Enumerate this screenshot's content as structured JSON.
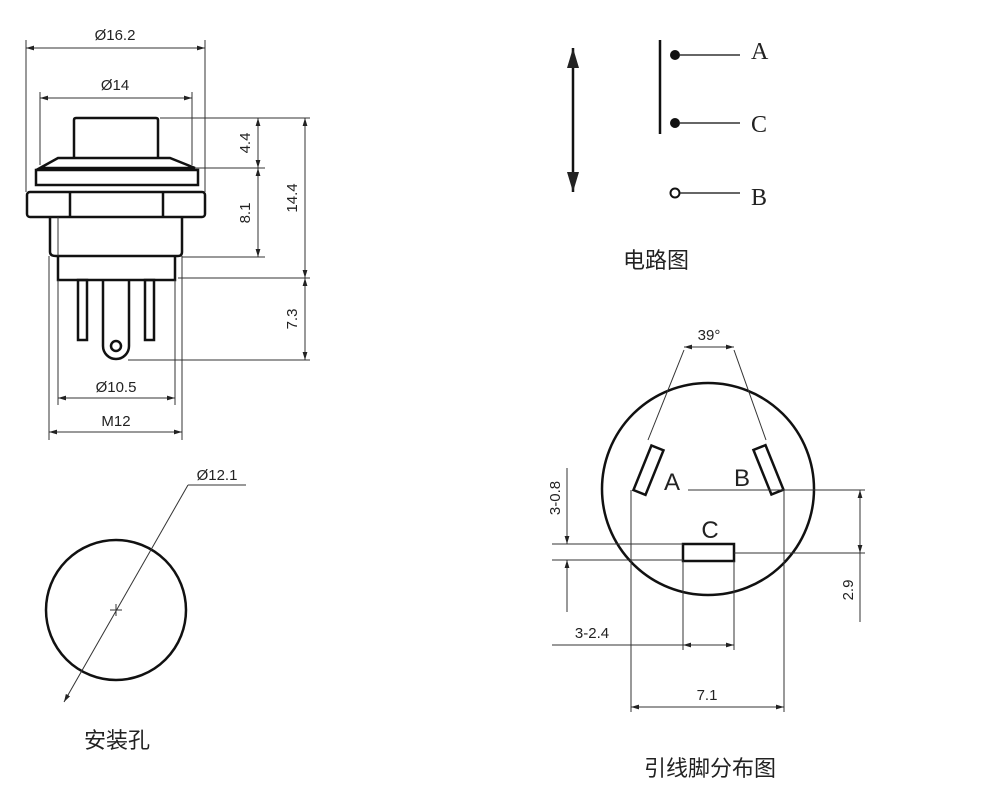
{
  "side_view": {
    "dia_outer": "Ø16.2",
    "dia_cap": "Ø14",
    "dia_body": "Ø10.5",
    "thread": "M12",
    "h_cap": "4.4",
    "h_body": "8.1",
    "h_total": "14.4",
    "h_pins": "7.3"
  },
  "mount_hole": {
    "diameter": "Ø12.1",
    "caption": "安装孔"
  },
  "circuit": {
    "terminals": [
      "A",
      "C",
      "B"
    ],
    "caption": "电路图"
  },
  "pinout": {
    "angle": "39°",
    "pin_labels": [
      "A",
      "B",
      "C"
    ],
    "pin_thickness": "3-0.8",
    "pin_width": "3-2.4",
    "offset": "2.9",
    "spacing": "7.1",
    "caption": "引线脚分布图"
  }
}
